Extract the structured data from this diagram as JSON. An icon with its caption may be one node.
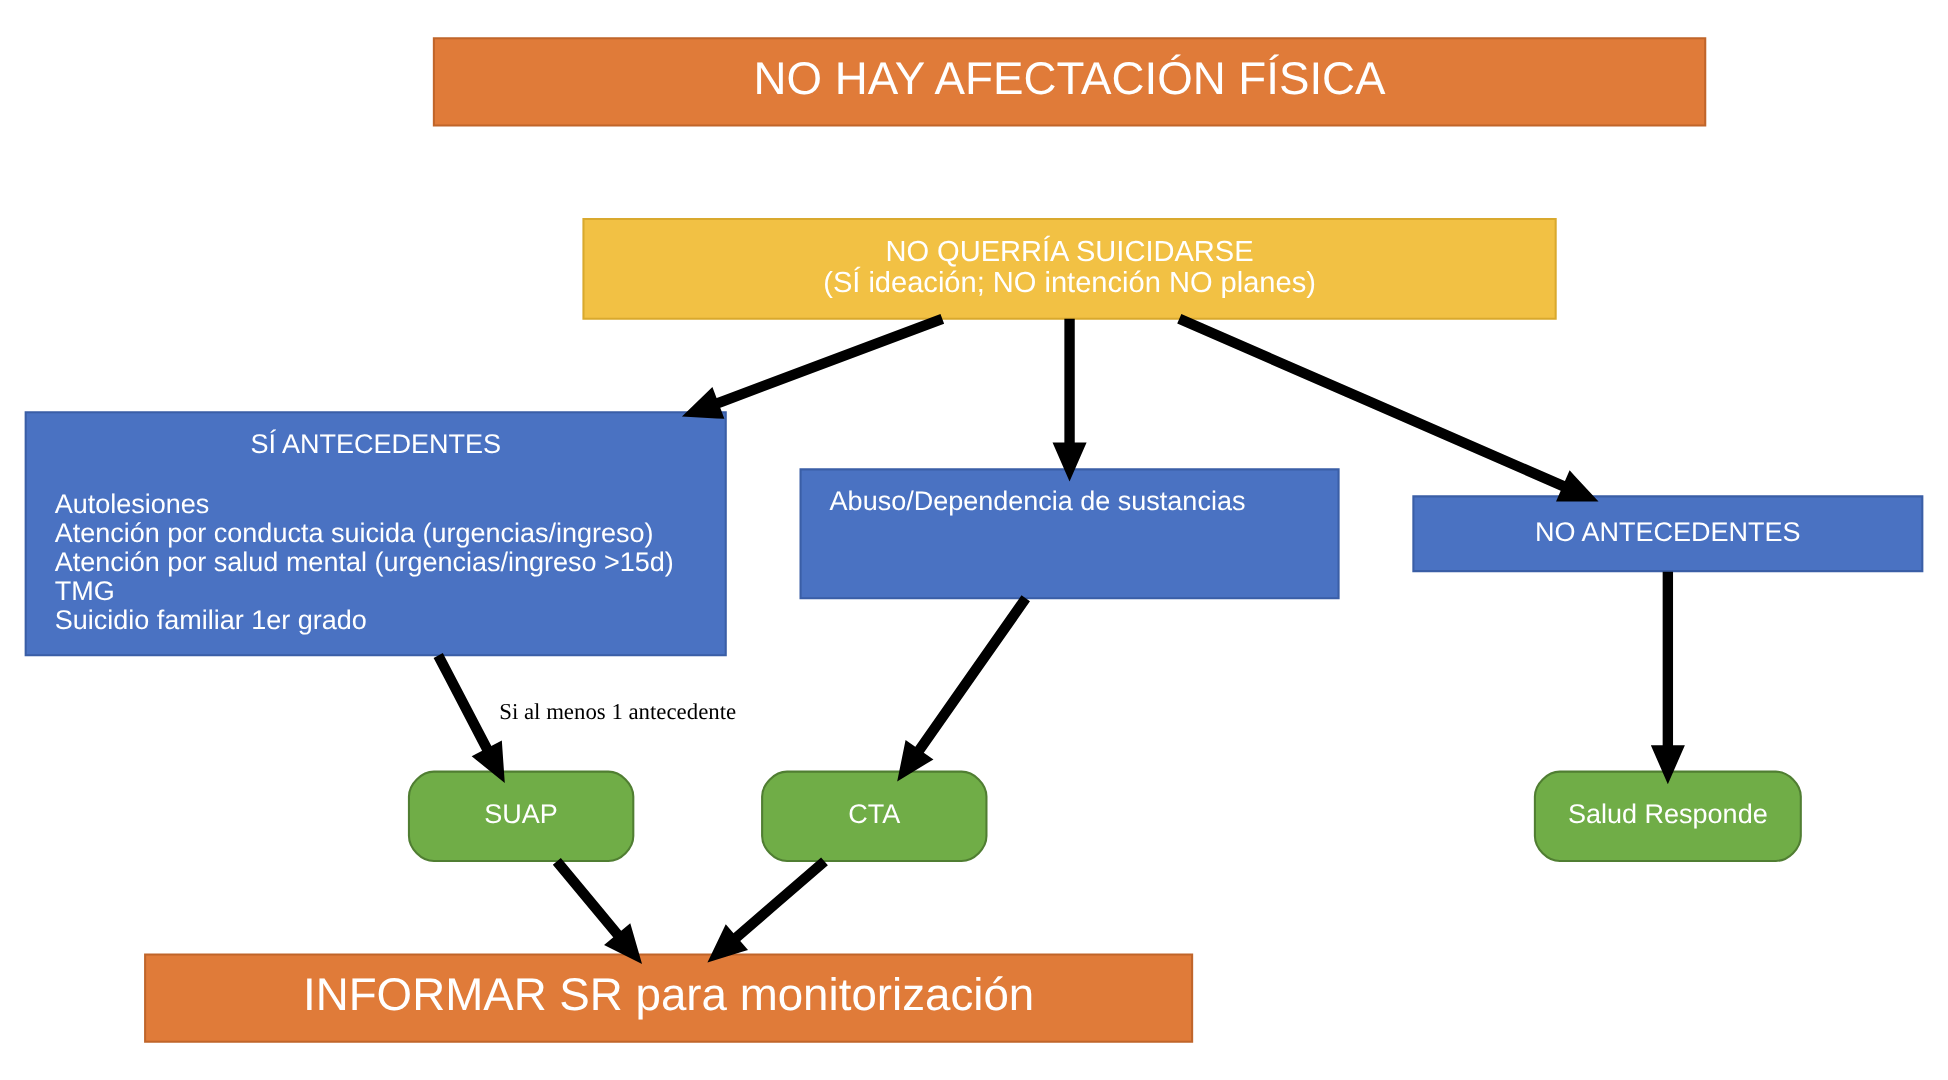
{
  "diagram": {
    "nodes": [
      {
        "text": [
          "NO HAY AFECTACIÓN FÍSICA"
        ]
      },
      {
        "text": [
          "NO QUERRÍA SUICIDARSE",
          "(SÍ ideación; NO intención NO planes)"
        ]
      },
      {
        "text": [
          "SÍ ANTECEDENTES",
          "Autolesiones",
          "Atención por conducta suicida (urgencias/ingreso)",
          "Atención por salud mental (urgencias/ingreso >15d)",
          "TMG",
          "Suicidio familiar 1er grado"
        ]
      },
      {
        "text": [
          "Abuso/Dependencia de sustancias"
        ]
      },
      {
        "text": [
          "NO ANTECEDENTES"
        ]
      },
      {
        "text": [
          "SUAP"
        ]
      },
      {
        "text": [
          "CTA"
        ]
      },
      {
        "text": [
          "Salud Responde"
        ]
      },
      {
        "text": [
          "INFORMAR SR para monitorización"
        ]
      }
    ],
    "edges": [
      {
        "from": 1,
        "to": 2,
        "arrow": "to"
      },
      {
        "from": 1,
        "to": 3,
        "arrow": "to"
      },
      {
        "from": 1,
        "to": 4,
        "arrow": "to"
      },
      {
        "from": 2,
        "to": 5,
        "arrow": "to",
        "label": "Si al menos 1 antecedente"
      },
      {
        "from": 3,
        "to": 6,
        "arrow": "to"
      },
      {
        "from": 4,
        "to": 7,
        "arrow": "to"
      },
      {
        "from": 5,
        "to": 8,
        "arrow": "to"
      },
      {
        "from": 6,
        "to": 8,
        "arrow": "to"
      }
    ]
  }
}
